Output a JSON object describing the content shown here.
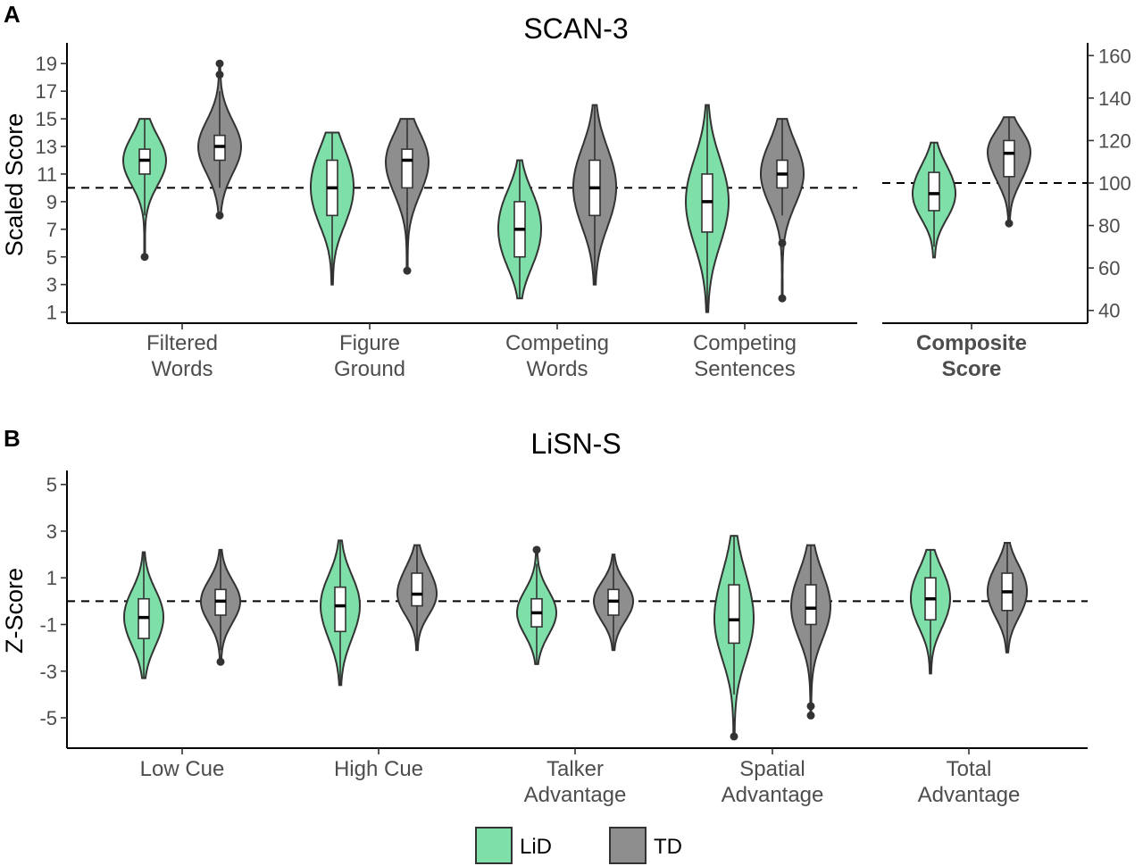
{
  "colors": {
    "LiD": "#7ee0a8",
    "TD": "#8e8e8e"
  },
  "legend": [
    {
      "key": "LiD",
      "label": "LiD"
    },
    {
      "key": "TD",
      "label": "TD"
    }
  ],
  "chart_data": [
    {
      "type": "violin",
      "panel": "A",
      "title": "SCAN-3",
      "ylabel": "Scaled Score",
      "ylim": [
        0.2,
        20.5
      ],
      "yticks": [
        1,
        3,
        5,
        7,
        9,
        11,
        13,
        15,
        17,
        19
      ],
      "secondary_axis": {
        "ticks": [
          40,
          60,
          80,
          100,
          120,
          140,
          160
        ],
        "ylim": [
          34,
          166
        ]
      },
      "reference_line": 10,
      "reference_line_secondary": 100,
      "categories": [
        {
          "label": [
            "Filtered",
            "Words"
          ],
          "bold": false,
          "groups": {
            "LiD": {
              "min": 5,
              "max": 15,
              "q1": 11,
              "median": 12,
              "q3": 12.8,
              "wlo": 8,
              "whi": 15,
              "outliers": [
                5
              ]
            },
            "TD": {
              "min": 8,
              "max": 19,
              "q1": 12,
              "median": 13,
              "q3": 13.8,
              "wlo": 10,
              "whi": 17,
              "outliers": [
                8,
                18.2,
                19
              ]
            }
          }
        },
        {
          "label": [
            "Figure",
            "Ground"
          ],
          "bold": false,
          "groups": {
            "LiD": {
              "min": 3,
              "max": 14,
              "q1": 8,
              "median": 10,
              "q3": 12,
              "wlo": 3,
              "whi": 14,
              "outliers": []
            },
            "TD": {
              "min": 4,
              "max": 15,
              "q1": 10,
              "median": 12,
              "q3": 12.8,
              "wlo": 6,
              "whi": 15,
              "outliers": [
                4
              ]
            }
          }
        },
        {
          "label": [
            "Competing",
            "Words"
          ],
          "bold": false,
          "groups": {
            "LiD": {
              "min": 2,
              "max": 12,
              "q1": 5,
              "median": 7,
              "q3": 9,
              "wlo": 2,
              "whi": 12,
              "outliers": []
            },
            "TD": {
              "min": 3,
              "max": 16,
              "q1": 8,
              "median": 10,
              "q3": 12,
              "wlo": 3,
              "whi": 16,
              "outliers": []
            }
          }
        },
        {
          "label": [
            "Competing",
            "Sentences"
          ],
          "bold": false,
          "groups": {
            "LiD": {
              "min": 1,
              "max": 16,
              "q1": 6.8,
              "median": 9,
              "q3": 11,
              "wlo": 1,
              "whi": 16,
              "outliers": []
            },
            "TD": {
              "min": 2,
              "max": 15,
              "q1": 10,
              "median": 11,
              "q3": 12,
              "wlo": 8,
              "whi": 15,
              "outliers": [
                2,
                6
              ]
            }
          }
        },
        {
          "label": [
            "Composite",
            "Score"
          ],
          "bold": true,
          "secondary": true,
          "groups": {
            "LiD": {
              "min": 65,
              "max": 119,
              "q1": 87,
              "median": 95,
              "q3": 105,
              "wlo": 70,
              "whi": 119,
              "outliers": []
            },
            "TD": {
              "min": 81,
              "max": 131,
              "q1": 103,
              "median": 114,
              "q3": 120,
              "wlo": 84,
              "whi": 131,
              "outliers": [
                81
              ]
            }
          }
        }
      ]
    },
    {
      "type": "violin",
      "panel": "B",
      "title": "LiSN-S",
      "ylabel": "Z-Score",
      "ylim": [
        -6.3,
        5.6
      ],
      "yticks": [
        -5,
        -3,
        -1,
        1,
        3,
        5
      ],
      "reference_line": 0,
      "categories": [
        {
          "label": [
            "Low Cue"
          ],
          "bold": false,
          "groups": {
            "LiD": {
              "min": -3.3,
              "max": 2.1,
              "q1": -1.6,
              "median": -0.7,
              "q3": 0.1,
              "wlo": -3.3,
              "whi": 2.1,
              "outliers": []
            },
            "TD": {
              "min": -2.6,
              "max": 2.2,
              "q1": -0.6,
              "median": 0.0,
              "q3": 0.5,
              "wlo": -2.1,
              "whi": 2.2,
              "outliers": [
                -2.6
              ]
            }
          }
        },
        {
          "label": [
            "High Cue"
          ],
          "bold": false,
          "groups": {
            "LiD": {
              "min": -3.6,
              "max": 2.6,
              "q1": -1.3,
              "median": -0.2,
              "q3": 0.6,
              "wlo": -3.6,
              "whi": 2.6,
              "outliers": []
            },
            "TD": {
              "min": -2.1,
              "max": 2.4,
              "q1": -0.2,
              "median": 0.3,
              "q3": 1.2,
              "wlo": -2.1,
              "whi": 2.4,
              "outliers": []
            }
          }
        },
        {
          "label": [
            "Talker",
            "Advantage"
          ],
          "bold": false,
          "groups": {
            "LiD": {
              "min": -2.7,
              "max": 2.2,
              "q1": -1.1,
              "median": -0.5,
              "q3": 0.1,
              "wlo": -2.7,
              "whi": 1.6,
              "outliers": [
                2.2
              ]
            },
            "TD": {
              "min": -2.1,
              "max": 2.0,
              "q1": -0.6,
              "median": 0.0,
              "q3": 0.5,
              "wlo": -2.1,
              "whi": 2.0,
              "outliers": []
            }
          }
        },
        {
          "label": [
            "Spatial",
            "Advantage"
          ],
          "bold": false,
          "groups": {
            "LiD": {
              "min": -5.8,
              "max": 2.8,
              "q1": -1.8,
              "median": -0.8,
              "q3": 0.7,
              "wlo": -4.0,
              "whi": 2.8,
              "outliers": [
                -5.8
              ]
            },
            "TD": {
              "min": -4.9,
              "max": 2.4,
              "q1": -1.0,
              "median": -0.3,
              "q3": 0.7,
              "wlo": -4.1,
              "whi": 2.4,
              "outliers": [
                -4.5,
                -4.9
              ]
            }
          }
        },
        {
          "label": [
            "Total",
            "Advantage"
          ],
          "bold": false,
          "groups": {
            "LiD": {
              "min": -3.1,
              "max": 2.2,
              "q1": -0.8,
              "median": 0.1,
              "q3": 1.0,
              "wlo": -3.1,
              "whi": 2.2,
              "outliers": []
            },
            "TD": {
              "min": -2.2,
              "max": 2.5,
              "q1": -0.4,
              "median": 0.4,
              "q3": 1.2,
              "wlo": -2.2,
              "whi": 2.5,
              "outliers": []
            }
          }
        }
      ]
    }
  ]
}
